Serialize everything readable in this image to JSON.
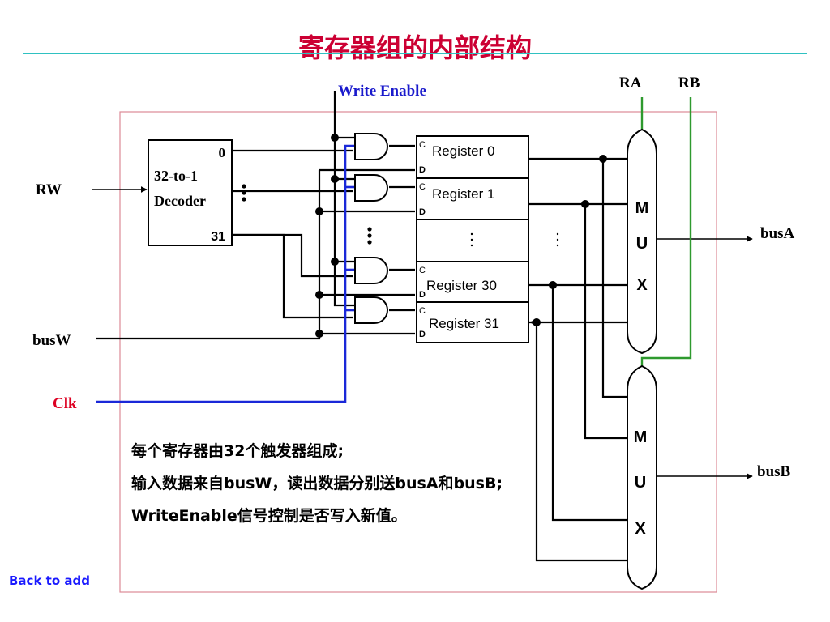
{
  "title": "寄存器组的内部结构",
  "diagram": {
    "write_enable": "Write Enable",
    "ra": "RA",
    "rb": "RB",
    "rw": "RW",
    "busw": "busW",
    "clk": "Clk",
    "busa": "busA",
    "busb": "busB",
    "decoder": {
      "line1": "32-to-1",
      "line2": "Decoder",
      "output_top": "0",
      "output_bottom": "31"
    },
    "registers": [
      {
        "name": "Register 0",
        "c": "C",
        "d": "D"
      },
      {
        "name": "Register 1",
        "c": "C",
        "d": "D"
      },
      {
        "name": "Register 30",
        "c": "C",
        "d": "D"
      },
      {
        "name": "Register 31",
        "c": "C",
        "d": "D"
      }
    ],
    "mux_top": [
      "M",
      "U",
      "X"
    ],
    "mux_bottom": [
      "M",
      "U",
      "X"
    ],
    "colors": {
      "title": "#cc0033",
      "clk_label": "#dd0022",
      "write_enable_label": "#1a1acc",
      "clock_wire": "#1a28d8",
      "select_wire": "#2e9a2e",
      "frame": "#dd8a96",
      "underline": "#2fc1c1",
      "link": "#1a1aff"
    }
  },
  "notes": [
    "每个寄存器由32个触发器组成;",
    "输入数据来自busW，读出数据分别送busA和busB;",
    "WriteEnable信号控制是否写入新值。"
  ],
  "back_link": "Back to add"
}
